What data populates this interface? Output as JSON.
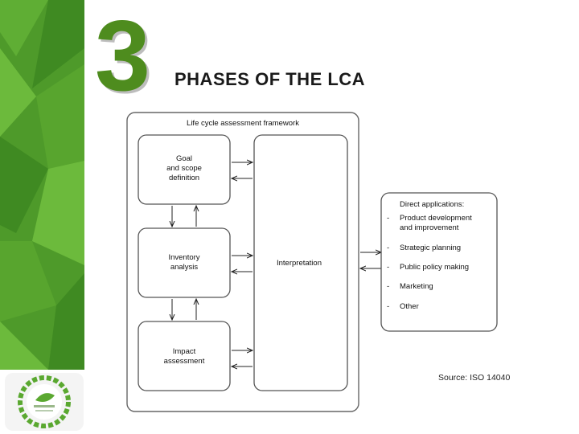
{
  "slide": {
    "number": "3",
    "title": "PHASES OF THE LCA"
  },
  "diagram": {
    "framework_title": "Life cycle assessment framework",
    "goal": {
      "line1": "Goal",
      "line2": "and scope",
      "line3": "definition"
    },
    "inventory": {
      "line1": "Inventory",
      "line2": "analysis"
    },
    "impact": {
      "line1": "Impact",
      "line2": "assessment"
    },
    "interpretation": "Interpretation",
    "applications": {
      "title": "Direct applications:",
      "items": [
        {
          "line1": "Product development",
          "line2": "and improvement"
        },
        {
          "line1": "Strategic planning"
        },
        {
          "line1": "Public policy making"
        },
        {
          "line1": "Marketing"
        },
        {
          "line1": "Other"
        }
      ],
      "bullet": "-"
    },
    "source": "Source: ISO 14040"
  },
  "colors": {
    "green_band": "#4e9a2a",
    "number_green": "#4e8c1e",
    "box_stroke": "#555555"
  },
  "icons": {
    "logo": "circular-leaf-logo"
  }
}
